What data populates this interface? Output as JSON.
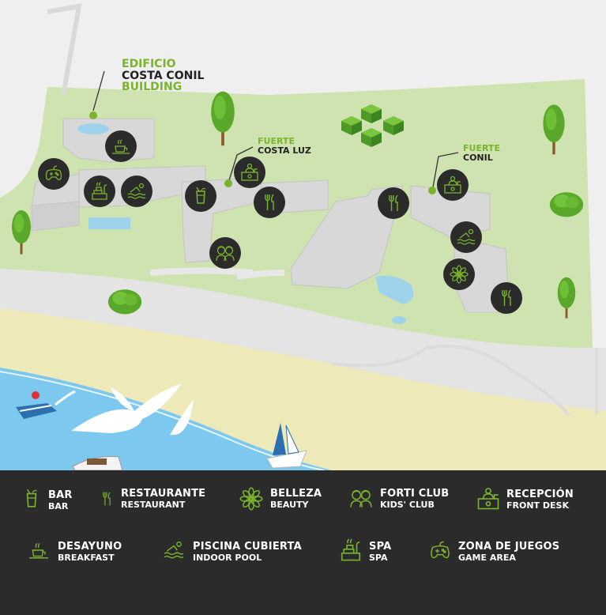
{
  "map": {
    "labels": {
      "edificio": {
        "line1": "EDIFICIO",
        "line2": "COSTA CONIL",
        "line3": "BUILDING"
      },
      "fuerte_costa_luz": {
        "line1": "FUERTE",
        "line2": "COSTA LUZ"
      },
      "fuerte_conil": {
        "line1": "FUERTE",
        "line2": "CONIL"
      }
    },
    "colors": {
      "grass": "#cfe3b0",
      "accent_green": "#7ab42c",
      "buildings": "#d8d8d8",
      "pool": "#9fd3ec",
      "sea": "#7cc8ef",
      "sand": "#ede9b8",
      "legend_bg": "#2b2b2b",
      "marker": "#2b2b2b"
    },
    "markers": [
      "breakfast-icon",
      "game-area-icon",
      "spa-icon",
      "indoor-pool-icon",
      "bar-icon",
      "front-desk-icon",
      "restaurant-icon",
      "kids-club-icon",
      "restaurant-icon",
      "front-desk-icon",
      "indoor-pool-icon",
      "beauty-icon",
      "restaurant-icon"
    ]
  },
  "legend": {
    "items": [
      {
        "es": "BAR",
        "en": "BAR",
        "icon": "bar-icon"
      },
      {
        "es": "RESTAURANTE",
        "en": "RESTAURANT",
        "icon": "restaurant-icon"
      },
      {
        "es": "BELLEZA",
        "en": "BEAUTY",
        "icon": "beauty-icon"
      },
      {
        "es": "FORTI CLUB",
        "en": "KIDS' CLUB",
        "icon": "kids-club-icon"
      },
      {
        "es": "RECEPCIÓN",
        "en": "FRONT DESK",
        "icon": "front-desk-icon"
      },
      {
        "es": "DESAYUNO",
        "en": "BREAKFAST",
        "icon": "breakfast-icon"
      },
      {
        "es": "PISCINA CUBIERTA",
        "en": "INDOOR POOL",
        "icon": "indoor-pool-icon"
      },
      {
        "es": "SPA",
        "en": "SPA",
        "icon": "spa-icon"
      },
      {
        "es": "ZONA DE JUEGOS",
        "en": "GAME AREA",
        "icon": "game-area-icon"
      }
    ]
  }
}
